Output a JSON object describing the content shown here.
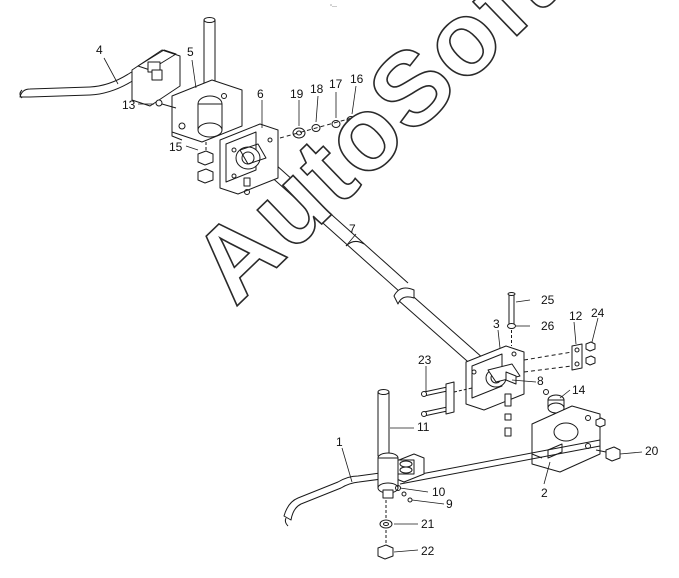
{
  "watermark": "AutoSoft",
  "corner_mark": "°—",
  "callouts": [
    {
      "id": "c1",
      "text": "1"
    },
    {
      "id": "c2",
      "text": "2"
    },
    {
      "id": "c3",
      "text": "3"
    },
    {
      "id": "c4",
      "text": "4"
    },
    {
      "id": "c5",
      "text": "5"
    },
    {
      "id": "c6",
      "text": "6"
    },
    {
      "id": "c7",
      "text": "7"
    },
    {
      "id": "c8",
      "text": "8"
    },
    {
      "id": "c9",
      "text": "9"
    },
    {
      "id": "c10",
      "text": "10"
    },
    {
      "id": "c11",
      "text": "11"
    },
    {
      "id": "c12",
      "text": "12"
    },
    {
      "id": "c13",
      "text": "13"
    },
    {
      "id": "c14",
      "text": "14"
    },
    {
      "id": "c15",
      "text": "15"
    },
    {
      "id": "c16",
      "text": "16"
    },
    {
      "id": "c17",
      "text": "17"
    },
    {
      "id": "c18",
      "text": "18"
    },
    {
      "id": "c19",
      "text": "19"
    },
    {
      "id": "c20",
      "text": "20"
    },
    {
      "id": "c21",
      "text": "21"
    },
    {
      "id": "c22",
      "text": "22"
    },
    {
      "id": "c23",
      "text": "23"
    },
    {
      "id": "c24",
      "text": "24"
    },
    {
      "id": "c25",
      "text": "25"
    },
    {
      "id": "c26",
      "text": "26"
    }
  ]
}
